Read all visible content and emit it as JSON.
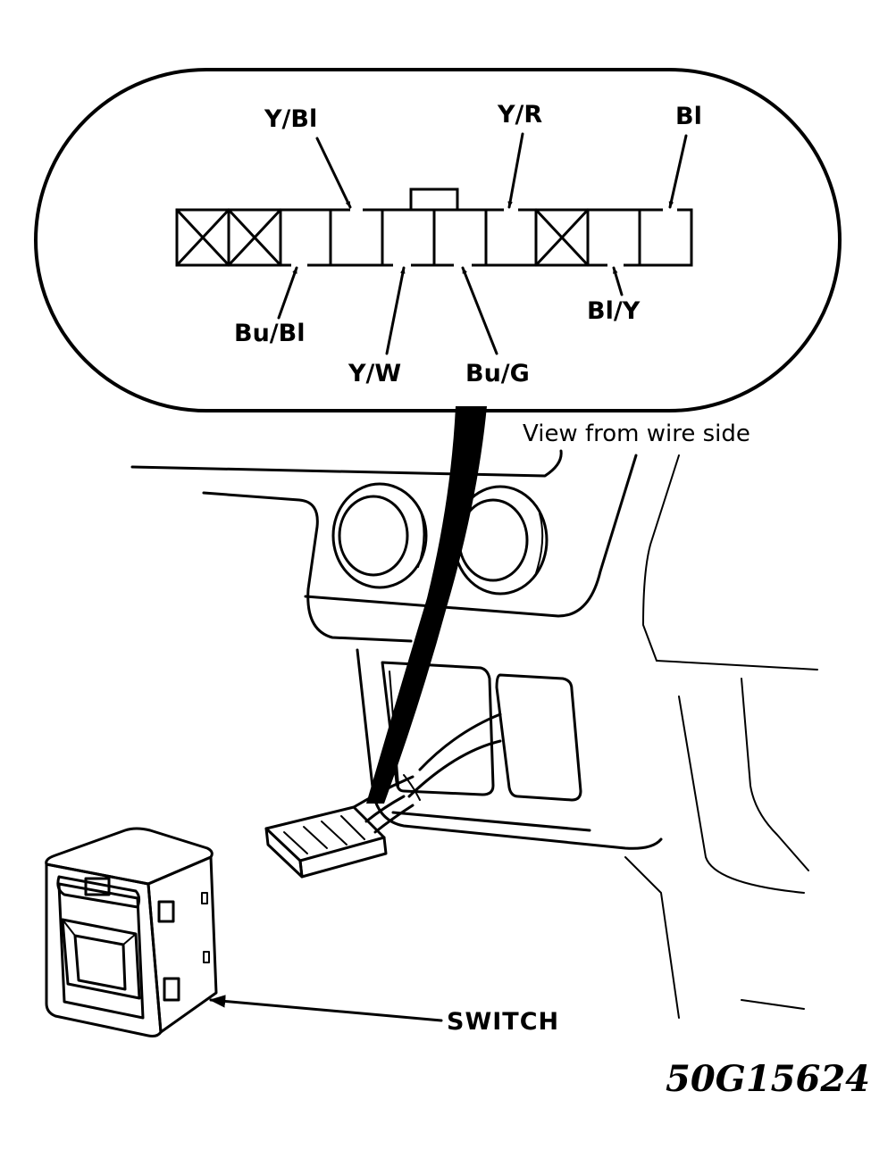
{
  "labels": {
    "y_bl": "Y/Bl",
    "y_r": "Y/R",
    "bl": "Bl",
    "bu_bl": "Bu/Bl",
    "y_w": "Y/W",
    "bu_g": "Bu/G",
    "bl_y": "Bl/Y",
    "view": "View from wire side",
    "switch": "SWITCH",
    "figure_id": "50G15624"
  },
  "colors": {
    "ink": "#000000",
    "paper": "#ffffff"
  }
}
